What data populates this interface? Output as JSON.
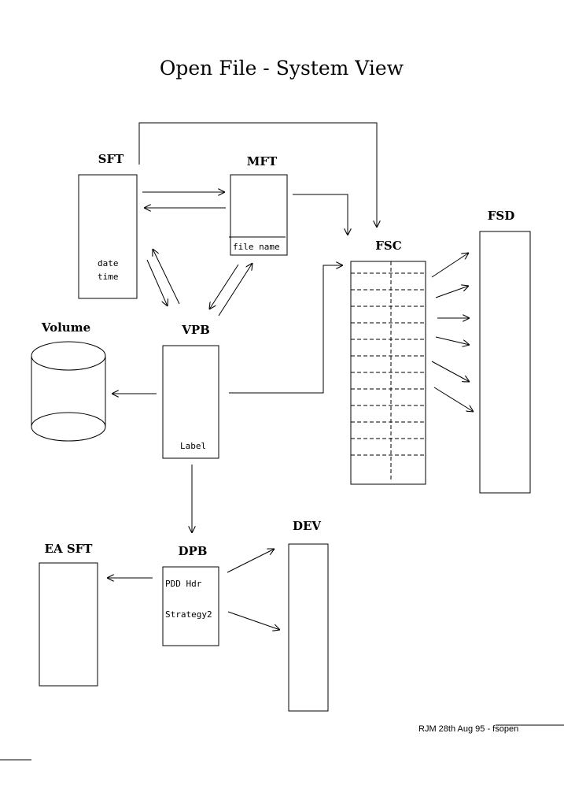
{
  "title": "Open File - System View",
  "nodes": {
    "sft": {
      "label": "SFT",
      "fields": [
        "date",
        "time"
      ]
    },
    "mft": {
      "label": "MFT",
      "fields": [
        "file name"
      ]
    },
    "fsc": {
      "label": "FSC"
    },
    "fsd": {
      "label": "FSD"
    },
    "volume": {
      "label": "Volume"
    },
    "vpb": {
      "label": "VPB",
      "fields": [
        "Label"
      ]
    },
    "dev": {
      "label": "DEV"
    },
    "ea_sft": {
      "label": "EA SFT"
    },
    "dpb": {
      "label": "DPB",
      "fields": [
        "PDD Hdr",
        "Strategy2"
      ]
    }
  },
  "footer": "RJM 28th Aug 95 - fsopen"
}
